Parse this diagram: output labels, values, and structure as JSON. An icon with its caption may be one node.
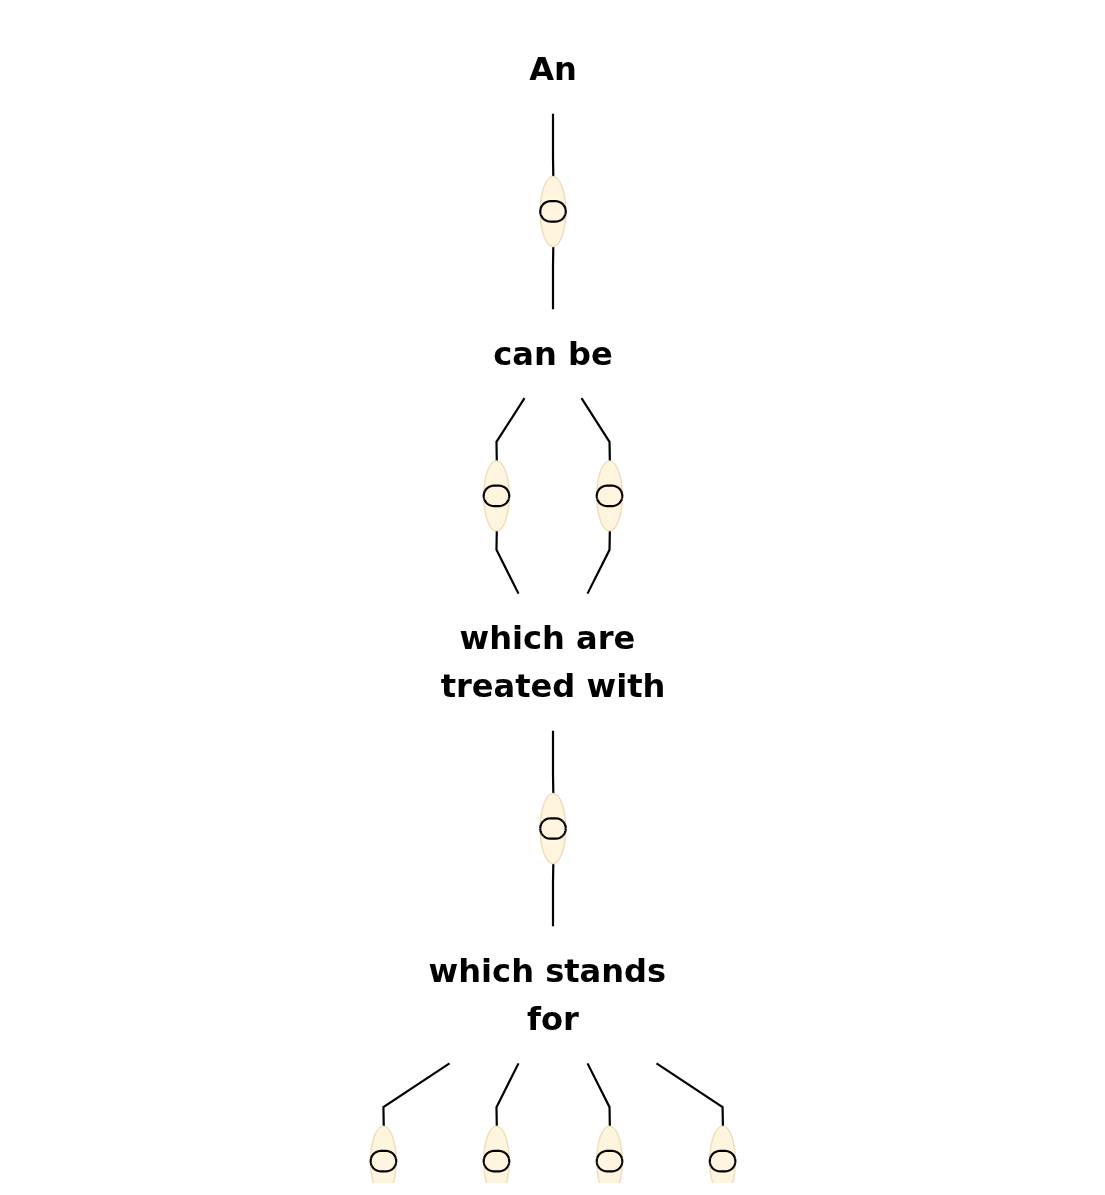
{
  "diagram": {
    "nodes": [
      {
        "text": [
          "An"
        ]
      },
      {
        "text": [],
        "shape": "ellipse"
      },
      {
        "text": [
          "can be"
        ]
      },
      {
        "text": [],
        "shape": "ellipse"
      },
      {
        "text": [],
        "shape": "ellipse"
      },
      {
        "text": [
          "which are treated with"
        ]
      },
      {
        "text": [],
        "shape": "ellipse"
      },
      {
        "text": [
          "which stands for"
        ]
      },
      {
        "text": [],
        "shape": "ellipse"
      },
      {
        "text": [],
        "shape": "ellipse"
      },
      {
        "text": [],
        "shape": "ellipse"
      },
      {
        "text": [],
        "shape": "ellipse"
      }
    ],
    "edges": [
      {
        "from": 0,
        "to": 1,
        "arrow": "none"
      },
      {
        "from": 1,
        "to": 2,
        "arrow": "none"
      },
      {
        "from": 2,
        "to": 3,
        "arrow": "none"
      },
      {
        "from": 2,
        "to": 4,
        "arrow": "none"
      },
      {
        "from": 3,
        "to": 5,
        "arrow": "none"
      },
      {
        "from": 4,
        "to": 5,
        "arrow": "none"
      },
      {
        "from": 5,
        "to": 6,
        "arrow": "none"
      },
      {
        "from": 6,
        "to": 7,
        "arrow": "none"
      },
      {
        "from": 7,
        "to": 8,
        "arrow": "none"
      },
      {
        "from": 7,
        "to": 9,
        "arrow": "none"
      },
      {
        "from": 7,
        "to": 10,
        "arrow": "none"
      },
      {
        "from": 7,
        "to": 11,
        "arrow": "none"
      }
    ]
  }
}
